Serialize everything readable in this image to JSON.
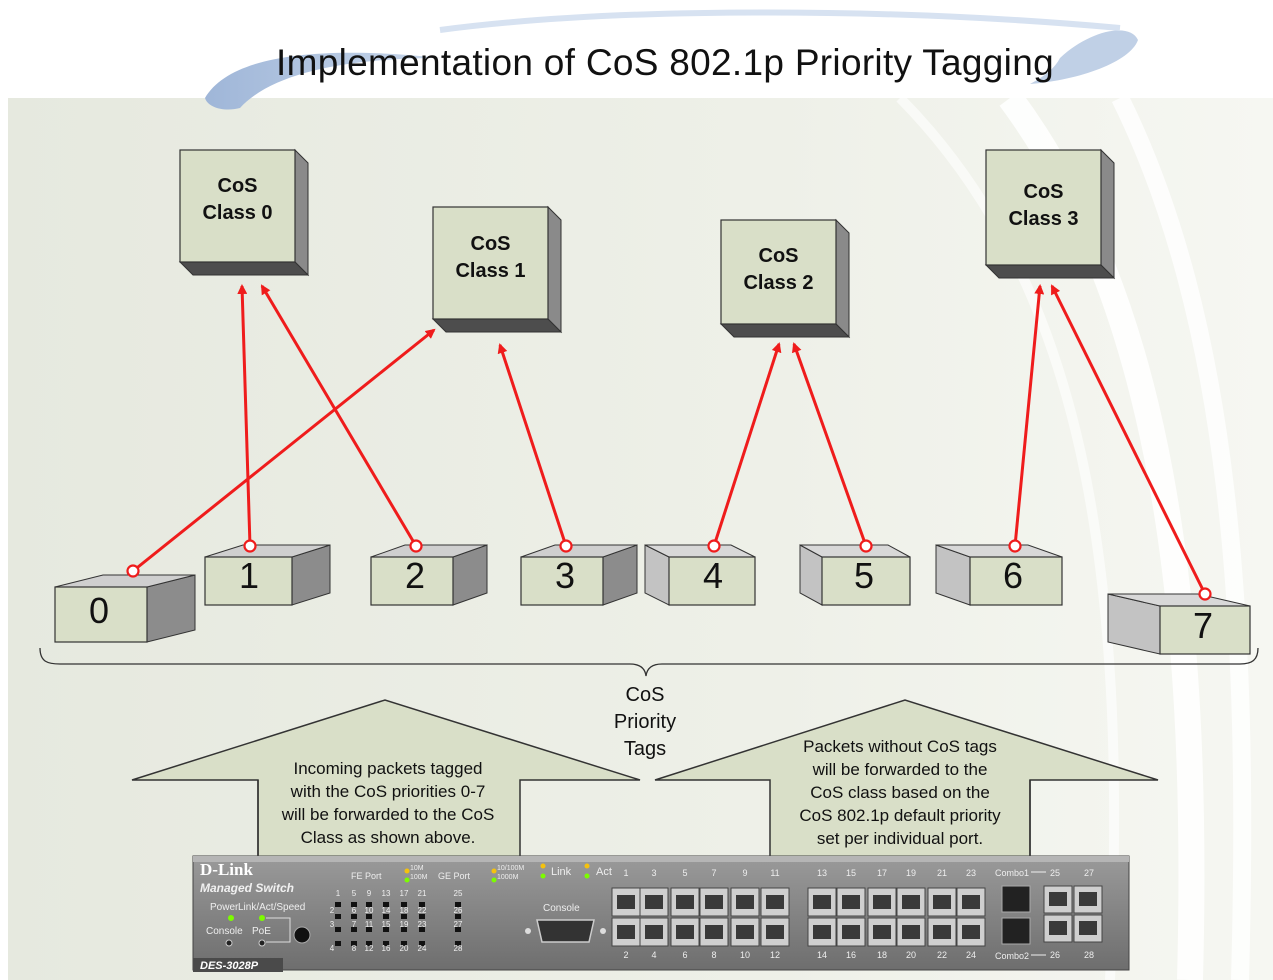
{
  "title": "Implementation of CoS 802.1p Priority Tagging",
  "cos_classes": [
    {
      "id": "class0",
      "line1": "CoS",
      "line2": "Class 0"
    },
    {
      "id": "class1",
      "line1": "CoS",
      "line2": "Class 1"
    },
    {
      "id": "class2",
      "line1": "CoS",
      "line2": "Class 2"
    },
    {
      "id": "class3",
      "line1": "CoS",
      "line2": "Class 3"
    }
  ],
  "priority_tags": [
    "0",
    "1",
    "2",
    "3",
    "4",
    "5",
    "6",
    "7"
  ],
  "mapping": [
    {
      "tag": "0",
      "class": "class1"
    },
    {
      "tag": "1",
      "class": "class0"
    },
    {
      "tag": "2",
      "class": "class0"
    },
    {
      "tag": "3",
      "class": "class1"
    },
    {
      "tag": "4",
      "class": "class2"
    },
    {
      "tag": "5",
      "class": "class2"
    },
    {
      "tag": "6",
      "class": "class3"
    },
    {
      "tag": "7",
      "class": "class3"
    }
  ],
  "brace_label": {
    "line1": "CoS",
    "line2": "Priority",
    "line3": "Tags"
  },
  "notes": {
    "left": [
      "Incoming packets tagged",
      "with the CoS priorities 0-7",
      "will be forwarded to the CoS",
      "Class as shown above."
    ],
    "right": [
      "Packets without CoS tags",
      "will be forwarded to the",
      "CoS class based on the",
      "CoS 802.1p default priority",
      "set per individual port."
    ]
  },
  "switch": {
    "brand": "D-Link",
    "subtitle": "Managed Switch",
    "model": "DES-3028P",
    "power": "Power",
    "link_act_speed": "Link/Act/Speed",
    "console_led": "Console",
    "poe": "PoE",
    "fe_port": "FE Port",
    "ge_port": "GE Port",
    "speed_10m": "10M",
    "speed_100m": "100M",
    "speed_10_100m": "10/100M",
    "speed_1000m": "1000M",
    "link": "Link",
    "act": "Act",
    "console_port": "Console",
    "led_cols_top": [
      "1",
      "5",
      "9",
      "13",
      "17",
      "21",
      "25"
    ],
    "led_rows_left": [
      "2",
      "3",
      "4"
    ],
    "led_grid": [
      [
        "6",
        "10",
        "14",
        "18",
        "22",
        "26"
      ],
      [
        "7",
        "11",
        "15",
        "19",
        "23",
        "27"
      ],
      [
        "8",
        "12",
        "16",
        "20",
        "24",
        "28"
      ]
    ],
    "port_top": [
      "1",
      "3",
      "5",
      "7",
      "9",
      "11",
      "13",
      "15",
      "17",
      "19",
      "21",
      "23"
    ],
    "port_bottom": [
      "2",
      "4",
      "6",
      "8",
      "10",
      "12",
      "14",
      "16",
      "18",
      "20",
      "22",
      "24"
    ],
    "combo1": "Combo1",
    "combo2": "Combo2",
    "combo_top": [
      "25",
      "27"
    ],
    "combo_bottom": [
      "26",
      "28"
    ]
  },
  "colors": {
    "box_face": "#d9dfc8",
    "arrow": "#ef1c1c",
    "swoosh": "#9bb4d6",
    "background": "#ecefe4"
  }
}
